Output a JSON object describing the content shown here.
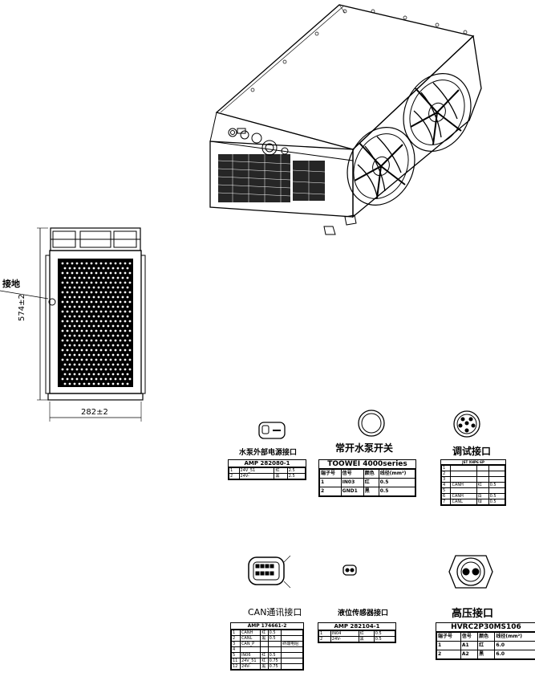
{
  "main_view": {
    "ground_label": "接地",
    "height_dim": "574±2",
    "width_dim": "282±2"
  },
  "connectors": [
    {
      "title": "水泵外部电源接口",
      "part": "AMP 282080-1",
      "rows": [
        [
          "1",
          "24V_51",
          "红",
          "2.5"
        ],
        [
          "2",
          "24V-",
          "黑",
          "2.5"
        ]
      ]
    },
    {
      "title": "常开水泵开关",
      "part": "TOOWEI 4000series",
      "header": [
        "端子号",
        "信号",
        "颜色",
        "线径(mm²)"
      ],
      "rows": [
        [
          "1",
          "IN03",
          "红",
          "0.5"
        ],
        [
          "2",
          "GND1",
          "黑",
          "0.5"
        ]
      ]
    },
    {
      "title": "调试接口",
      "part": "JST XHP6 6P",
      "rows": [
        [
          "1",
          "",
          "",
          ""
        ],
        [
          "2",
          "",
          "",
          ""
        ],
        [
          "3",
          "",
          "",
          ""
        ],
        [
          "4",
          "CANH",
          "红",
          "0.5"
        ],
        [
          "5",
          "",
          "",
          ""
        ],
        [
          "6",
          "CANH",
          "白",
          "0.5"
        ],
        [
          "7",
          "CANL",
          "绿",
          "0.5"
        ]
      ]
    },
    {
      "title": "CAN通讯接口",
      "part": "AMP 174661-2",
      "rows": [
        [
          "1",
          "CANH",
          "红",
          "0.5",
          ""
        ],
        [
          "2",
          "CANL",
          "黑",
          "0.5",
          ""
        ],
        [
          "3",
          "CAN_P",
          "",
          "",
          "终端电阻"
        ],
        [
          "4",
          "",
          "",
          "",
          ""
        ],
        [
          "5",
          "IN06",
          "红",
          "0.5",
          ""
        ],
        [
          "11",
          "24V_51",
          "红",
          "0.75",
          ""
        ],
        [
          "12",
          "24V-",
          "黑",
          "0.75",
          ""
        ]
      ]
    },
    {
      "title": "液位传感器接口",
      "part": "AMP 282104-1",
      "rows": [
        [
          "1",
          "IN04",
          "红",
          "0.5"
        ],
        [
          "2",
          "24V-",
          "黑",
          "0.5"
        ]
      ]
    },
    {
      "title": "高压接口",
      "part": "HVRC2P30MS106",
      "header": [
        "端子号",
        "信号",
        "颜色",
        "线径(mm²)"
      ],
      "rows": [
        [
          "1",
          "A1",
          "红",
          "6.0"
        ],
        [
          "2",
          "A2",
          "黑",
          "6.0"
        ]
      ]
    }
  ]
}
